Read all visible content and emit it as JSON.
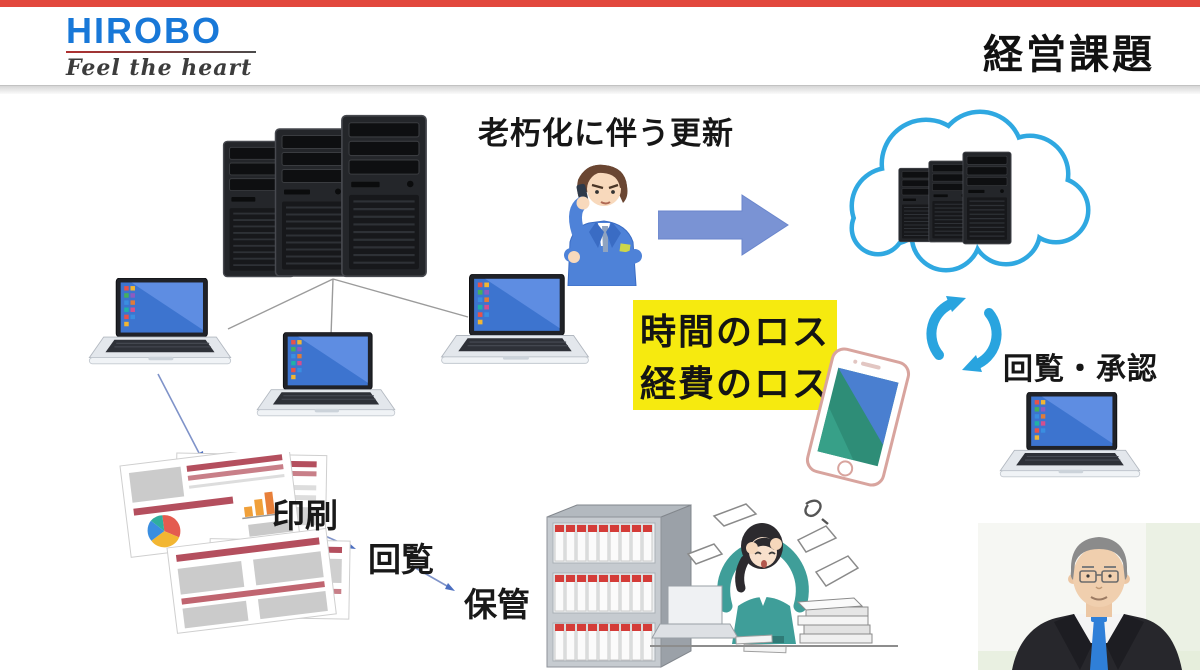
{
  "header": {
    "brand": "HIROBO",
    "tagline": "Feel the heart",
    "page_title": "経営課題"
  },
  "diagram": {
    "aging_label": "老朽化に伴う更新",
    "loss_labels": [
      "時間のロス",
      "経費のロス"
    ],
    "approval_label": "回覧・承認",
    "paper_flow": {
      "print": "印刷",
      "circulate": "回覧",
      "store": "保管"
    }
  },
  "icons": {
    "server_cluster": "server-towers",
    "cloud": "cloud-outline",
    "cloud_servers": "servers-in-cloud",
    "migration_arrow": "right-arrow",
    "sync": "circular-arrows",
    "smartphone": "smartphone",
    "laptop": "laptop-with-desktop-screen",
    "documents": "printed-report-pages",
    "shelf": "binder-shelf",
    "worker": "stressed-office-worker",
    "consultant": "businessman-on-phone",
    "presenter": "webcam-presenter"
  },
  "colors": {
    "top_bar_red": "#e2483d",
    "brand_blue": "#1878d8",
    "cloud_blue": "#2fa8e1",
    "migration_arrow_blue": "#7a93d4",
    "sync_blue": "#29a4df",
    "highlight_yellow": "#f6ea0f",
    "title_black": "#111111"
  }
}
